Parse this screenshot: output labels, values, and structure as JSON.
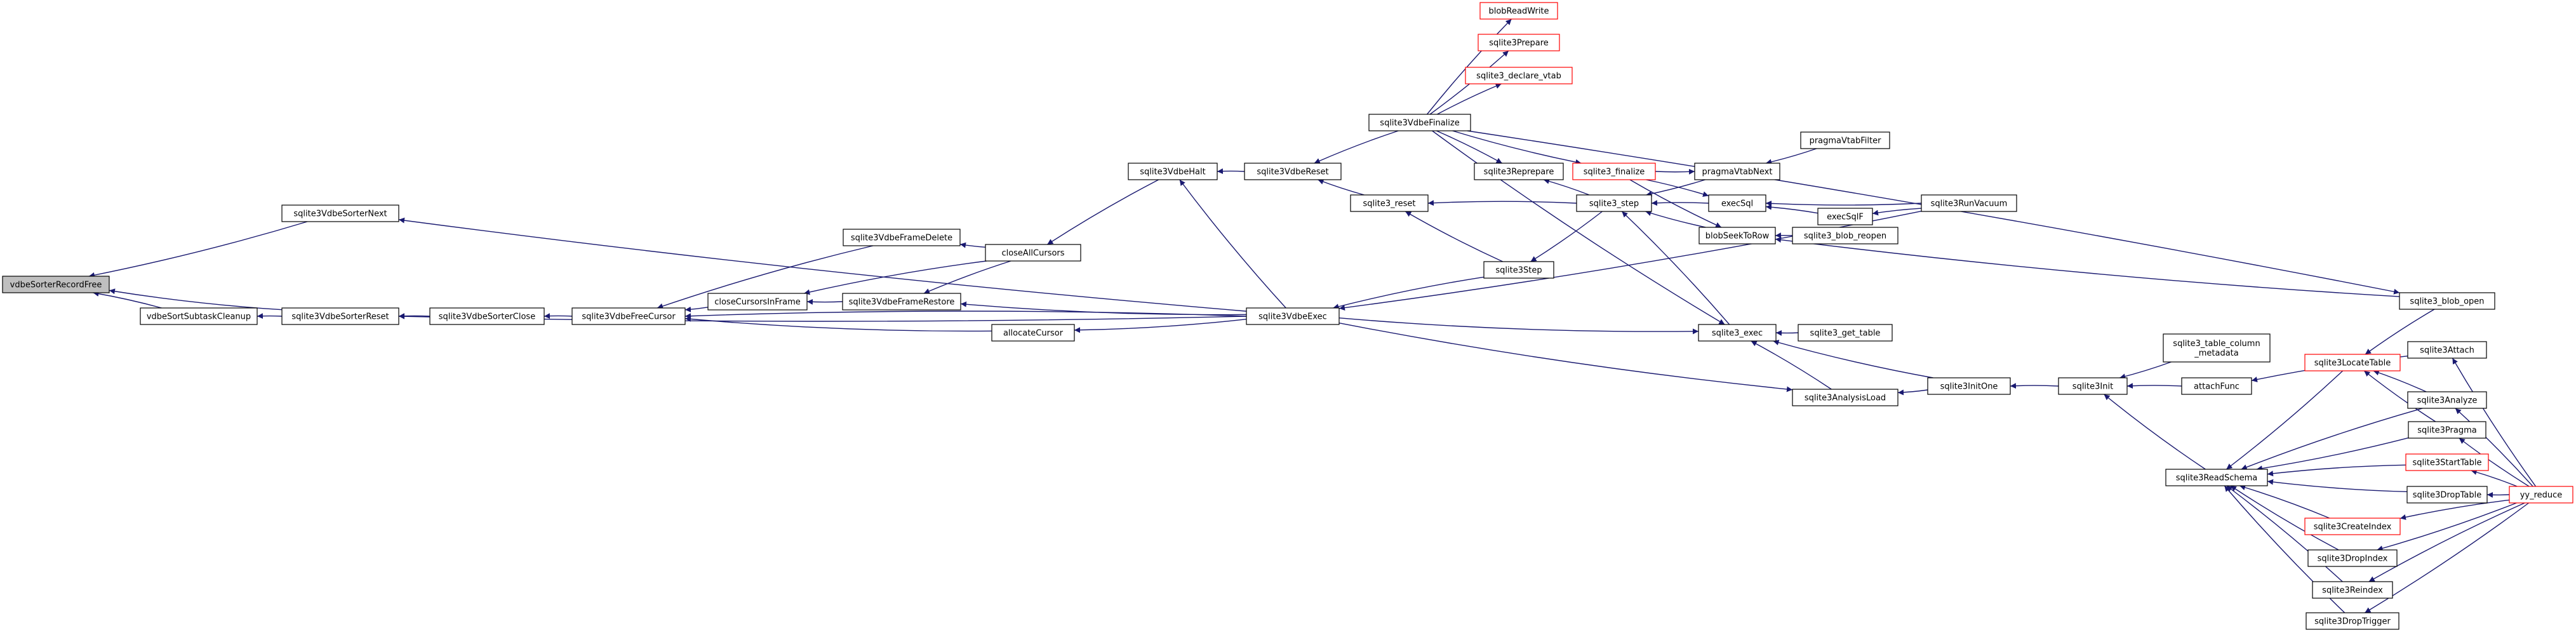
{
  "colors": {
    "edge": "#191970",
    "node_border": "#000000",
    "node_border_incomplete": "#ff0000",
    "node_fill": "#ffffff",
    "focus_fill": "#bfbfbf",
    "text": "#000000"
  },
  "nodes": [
    {
      "id": "vdbeSorterRecordFree",
      "label": "vdbeSorterRecordFree",
      "focus": true
    },
    {
      "id": "vdbeSorterNext",
      "label": "sqlite3VdbeSorterNext"
    },
    {
      "id": "vdbeSortSubtaskCleanup",
      "label": "vdbeSortSubtaskCleanup"
    },
    {
      "id": "vdbeSorterReset",
      "label": "sqlite3VdbeSorterReset"
    },
    {
      "id": "vdbeSorterClose",
      "label": "sqlite3VdbeSorterClose"
    },
    {
      "id": "vdbeFreeCursor",
      "label": "sqlite3VdbeFreeCursor"
    },
    {
      "id": "closeCursorsInFrame",
      "label": "closeCursorsInFrame"
    },
    {
      "id": "vdbeFrameDelete",
      "label": "sqlite3VdbeFrameDelete"
    },
    {
      "id": "vdbeFrameRestore",
      "label": "sqlite3VdbeFrameRestore"
    },
    {
      "id": "closeAllCursors",
      "label": "closeAllCursors"
    },
    {
      "id": "allocateCursor",
      "label": "allocateCursor"
    },
    {
      "id": "vdbeHalt",
      "label": "sqlite3VdbeHalt"
    },
    {
      "id": "vdbeReset",
      "label": "sqlite3VdbeReset"
    },
    {
      "id": "vdbeExec",
      "label": "sqlite3VdbeExec"
    },
    {
      "id": "vdbeFinalize",
      "label": "sqlite3VdbeFinalize"
    },
    {
      "id": "blobReadWrite",
      "label": "blobReadWrite",
      "incomplete": true
    },
    {
      "id": "prepare",
      "label": "sqlite3Prepare",
      "incomplete": true
    },
    {
      "id": "declareVtab",
      "label": "sqlite3_declare_vtab",
      "incomplete": true
    },
    {
      "id": "reset",
      "label": "sqlite3_reset"
    },
    {
      "id": "reprepare",
      "label": "sqlite3Reprepare"
    },
    {
      "id": "finalize",
      "label": "sqlite3_finalize",
      "incomplete": true
    },
    {
      "id": "step",
      "label": "sqlite3_step"
    },
    {
      "id": "sqlite3Step",
      "label": "sqlite3Step"
    },
    {
      "id": "pragmaVtabNext",
      "label": "pragmaVtabNext"
    },
    {
      "id": "pragmaVtabFilter",
      "label": "pragmaVtabFilter"
    },
    {
      "id": "execSql",
      "label": "execSql"
    },
    {
      "id": "execSqlF",
      "label": "execSqlF"
    },
    {
      "id": "runVacuum",
      "label": "sqlite3RunVacuum"
    },
    {
      "id": "blobSeekToRow",
      "label": "blobSeekToRow"
    },
    {
      "id": "blobReopen",
      "label": "sqlite3_blob_reopen"
    },
    {
      "id": "blobOpen",
      "label": "sqlite3_blob_open"
    },
    {
      "id": "exec",
      "label": "sqlite3_exec"
    },
    {
      "id": "getTable",
      "label": "sqlite3_get_table"
    },
    {
      "id": "analysisLoad",
      "label": "sqlite3AnalysisLoad"
    },
    {
      "id": "initOne",
      "label": "sqlite3InitOne"
    },
    {
      "id": "init",
      "label": "sqlite3Init"
    },
    {
      "id": "tableColumnMetadata",
      "label": "sqlite3_table_column\n_metadata"
    },
    {
      "id": "attachFunc",
      "label": "attachFunc"
    },
    {
      "id": "readSchema",
      "label": "sqlite3ReadSchema"
    },
    {
      "id": "locateTable",
      "label": "sqlite3LocateTable",
      "incomplete": true
    },
    {
      "id": "attach",
      "label": "sqlite3Attach"
    },
    {
      "id": "analyze",
      "label": "sqlite3Analyze"
    },
    {
      "id": "pragma",
      "label": "sqlite3Pragma"
    },
    {
      "id": "startTable",
      "label": "sqlite3StartTable",
      "incomplete": true
    },
    {
      "id": "dropTable",
      "label": "sqlite3DropTable"
    },
    {
      "id": "createIndex",
      "label": "sqlite3CreateIndex",
      "incomplete": true
    },
    {
      "id": "dropIndex",
      "label": "sqlite3DropIndex"
    },
    {
      "id": "reindex",
      "label": "sqlite3Reindex"
    },
    {
      "id": "dropTrigger",
      "label": "sqlite3DropTrigger"
    },
    {
      "id": "yyReduce",
      "label": "yy_reduce",
      "incomplete": true
    }
  ],
  "edges": [
    [
      "vdbeSorterNext",
      "vdbeSorterRecordFree"
    ],
    [
      "vdbeSortSubtaskCleanup",
      "vdbeSorterRecordFree"
    ],
    [
      "vdbeSorterReset",
      "vdbeSorterRecordFree"
    ],
    [
      "vdbeSorterReset",
      "vdbeSortSubtaskCleanup"
    ],
    [
      "vdbeExec",
      "vdbeSorterNext"
    ],
    [
      "vdbeSorterClose",
      "vdbeSorterReset"
    ],
    [
      "vdbeExec",
      "vdbeSorterReset"
    ],
    [
      "vdbeFreeCursor",
      "vdbeSorterClose"
    ],
    [
      "closeCursorsInFrame",
      "vdbeFreeCursor"
    ],
    [
      "vdbeFrameDelete",
      "vdbeFreeCursor"
    ],
    [
      "allocateCursor",
      "vdbeFreeCursor"
    ],
    [
      "vdbeExec",
      "vdbeFreeCursor"
    ],
    [
      "vdbeFrameRestore",
      "closeCursorsInFrame"
    ],
    [
      "closeAllCursors",
      "closeCursorsInFrame"
    ],
    [
      "closeAllCursors",
      "vdbeFrameDelete"
    ],
    [
      "closeAllCursors",
      "vdbeFrameRestore"
    ],
    [
      "vdbeExec",
      "vdbeFrameRestore"
    ],
    [
      "vdbeHalt",
      "closeAllCursors"
    ],
    [
      "vdbeExec",
      "allocateCursor"
    ],
    [
      "vdbeReset",
      "vdbeHalt"
    ],
    [
      "vdbeExec",
      "vdbeHalt"
    ],
    [
      "vdbeFinalize",
      "vdbeReset"
    ],
    [
      "reset",
      "vdbeReset"
    ],
    [
      "sqlite3Step",
      "vdbeExec"
    ],
    [
      "vdbeFinalize",
      "blobReadWrite"
    ],
    [
      "vdbeFinalize",
      "prepare"
    ],
    [
      "vdbeFinalize",
      "declareVtab"
    ],
    [
      "vdbeFinalize",
      "finalize"
    ],
    [
      "vdbeFinalize",
      "reprepare"
    ],
    [
      "vdbeFinalize",
      "exec"
    ],
    [
      "vdbeFinalize",
      "blobOpen"
    ],
    [
      "step",
      "reset"
    ],
    [
      "sqlite3Step",
      "reset"
    ],
    [
      "step",
      "reprepare"
    ],
    [
      "step",
      "sqlite3Step"
    ],
    [
      "finalize",
      "pragmaVtabNext"
    ],
    [
      "finalize",
      "execSql"
    ],
    [
      "finalize",
      "blobSeekToRow"
    ],
    [
      "pragmaVtabNext",
      "step"
    ],
    [
      "execSql",
      "step"
    ],
    [
      "blobSeekToRow",
      "step"
    ],
    [
      "exec",
      "step"
    ],
    [
      "pragmaVtabFilter",
      "pragmaVtabNext"
    ],
    [
      "execSqlF",
      "execSql"
    ],
    [
      "runVacuum",
      "execSql"
    ],
    [
      "runVacuum",
      "execSqlF"
    ],
    [
      "runVacuum",
      "vdbeExec"
    ],
    [
      "blobReopen",
      "blobSeekToRow"
    ],
    [
      "blobOpen",
      "blobSeekToRow"
    ],
    [
      "vdbeExec",
      "exec"
    ],
    [
      "getTable",
      "exec"
    ],
    [
      "analysisLoad",
      "exec"
    ],
    [
      "initOne",
      "exec"
    ],
    [
      "vdbeExec",
      "analysisLoad"
    ],
    [
      "initOne",
      "analysisLoad"
    ],
    [
      "init",
      "initOne"
    ],
    [
      "tableColumnMetadata",
      "init"
    ],
    [
      "attachFunc",
      "init"
    ],
    [
      "readSchema",
      "init"
    ],
    [
      "attach",
      "attachFunc"
    ],
    [
      "locateTable",
      "readSchema"
    ],
    [
      "analyze",
      "readSchema"
    ],
    [
      "pragma",
      "readSchema"
    ],
    [
      "startTable",
      "readSchema"
    ],
    [
      "dropTable",
      "readSchema"
    ],
    [
      "createIndex",
      "readSchema"
    ],
    [
      "dropIndex",
      "readSchema"
    ],
    [
      "reindex",
      "readSchema"
    ],
    [
      "dropTrigger",
      "readSchema"
    ],
    [
      "analyze",
      "locateTable"
    ],
    [
      "pragma",
      "locateTable"
    ],
    [
      "blobOpen",
      "locateTable"
    ],
    [
      "yyReduce",
      "attach"
    ],
    [
      "yyReduce",
      "analyze"
    ],
    [
      "yyReduce",
      "pragma"
    ],
    [
      "yyReduce",
      "startTable"
    ],
    [
      "yyReduce",
      "dropTable"
    ],
    [
      "yyReduce",
      "createIndex"
    ],
    [
      "yyReduce",
      "dropIndex"
    ],
    [
      "yyReduce",
      "reindex"
    ],
    [
      "yyReduce",
      "dropTrigger"
    ]
  ]
}
